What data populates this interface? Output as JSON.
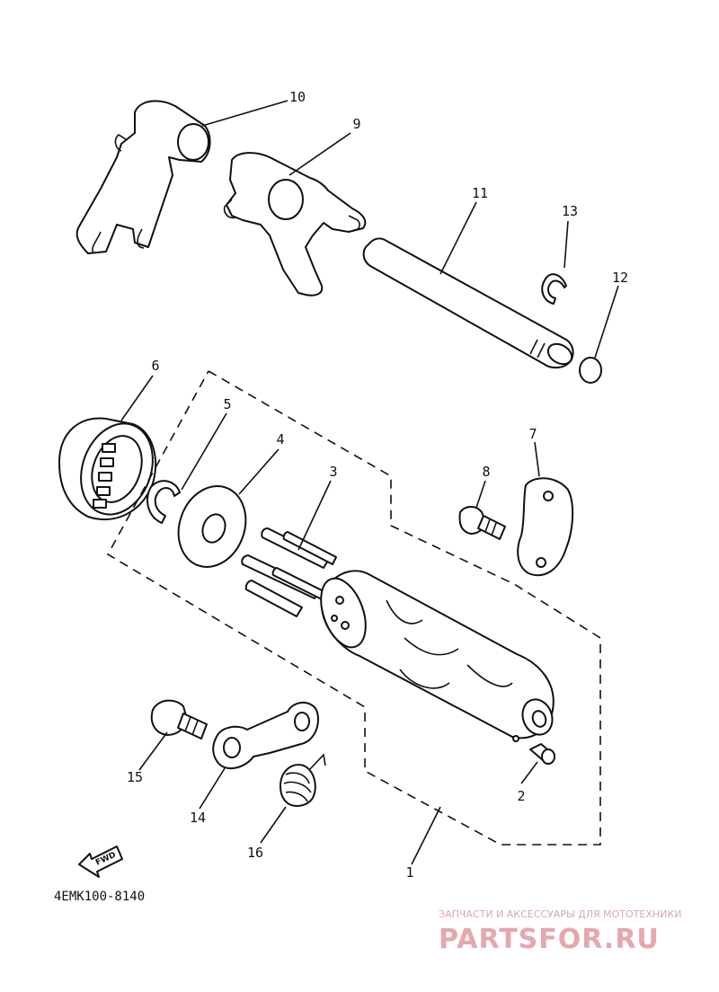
{
  "callouts": {
    "p1": "1",
    "p2": "2",
    "p3": "3",
    "p4": "4",
    "p5": "5",
    "p6": "6",
    "p7": "7",
    "p8": "8",
    "p9": "9",
    "p10": "10",
    "p11": "11",
    "p12": "12",
    "p13": "13",
    "p14": "14",
    "p15": "15",
    "p16": "16"
  },
  "fwd_label": "FWD",
  "diagram_code": "4EMK100-8140",
  "watermark": {
    "tagline": "ЗАПЧАСТИ И АКСЕССУАРЫ ДЛЯ МОТОТЕХНИКИ",
    "brand": "PARTSFOR.RU",
    "color": "#e5a7ad"
  }
}
